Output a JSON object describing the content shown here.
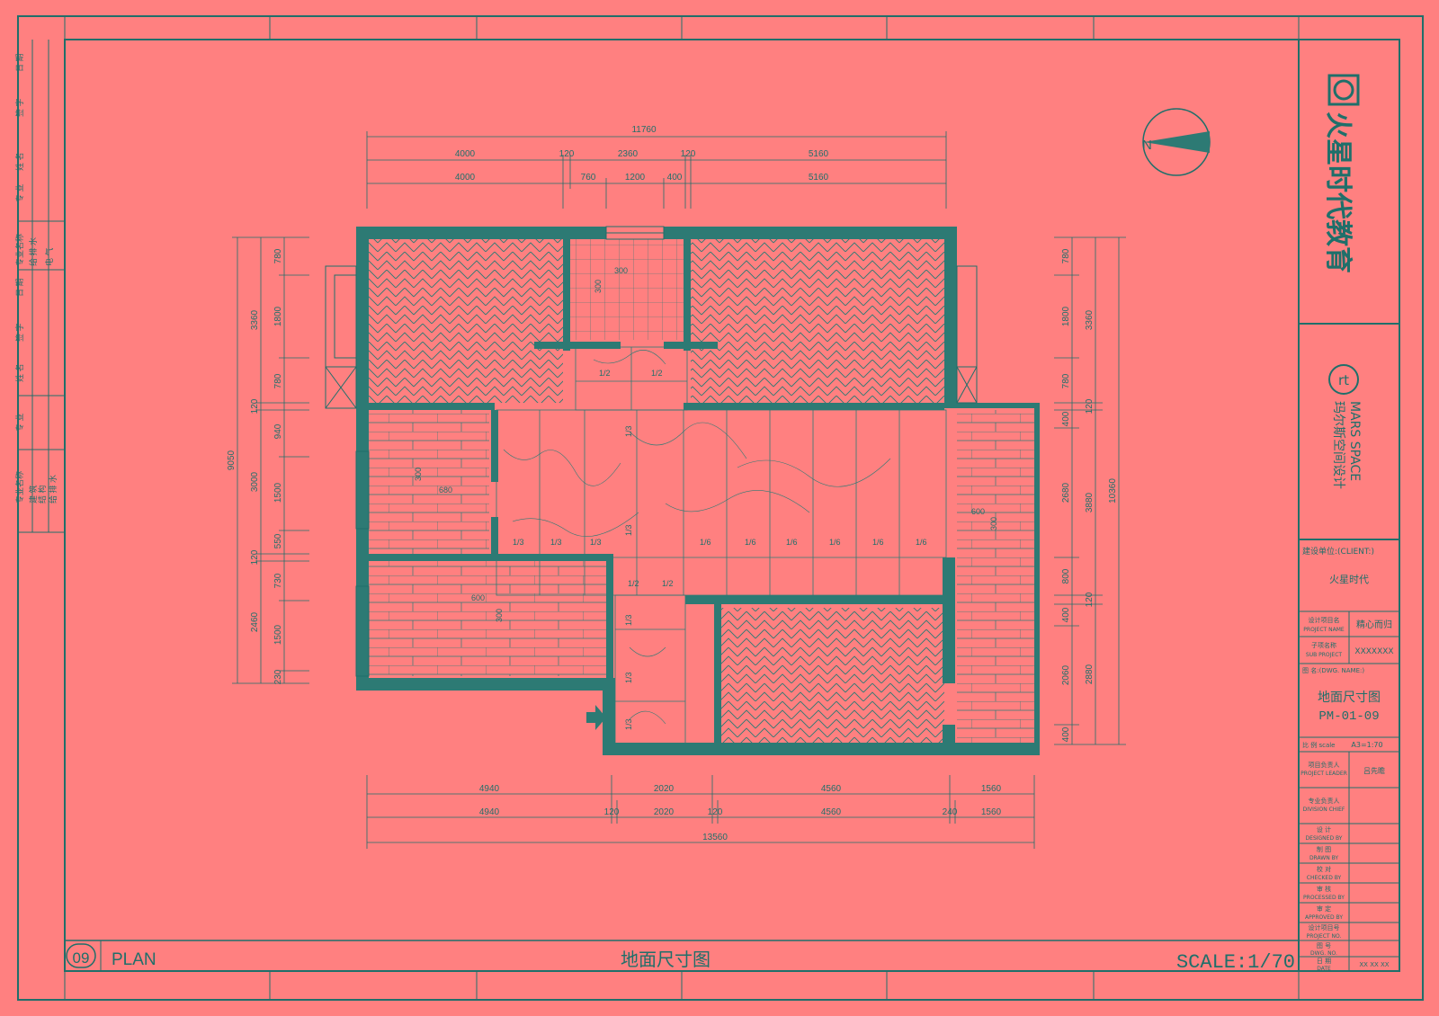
{
  "colors": {
    "background": "#ff8080",
    "line": "#1f6f6a",
    "wall": "#2d7a74"
  },
  "compass": {
    "north_label": "N"
  },
  "dimensions": {
    "top": {
      "total": "11760",
      "row1": [
        "4000",
        "120",
        "2360",
        "120",
        "5160"
      ],
      "row2": [
        "4000",
        "760",
        "1200",
        "400",
        "5160"
      ]
    },
    "bottom": {
      "row1": [
        "4940",
        "2020",
        "4560",
        "1560"
      ],
      "row2": [
        "4940",
        "120",
        "2020",
        "120",
        "4560",
        "240",
        "1560"
      ],
      "total": "13560"
    },
    "left": {
      "total": "9050",
      "group": [
        "3360",
        "120",
        "3000",
        "120",
        "2460"
      ],
      "detail": [
        "780",
        "1800",
        "780",
        "940",
        "1500",
        "550",
        "730",
        "1500",
        "230"
      ]
    },
    "right": {
      "total": "10360",
      "group": [
        "3360",
        "120",
        "3880",
        "120",
        "2880"
      ],
      "detail": [
        "780",
        "1800",
        "780",
        "400",
        "2680",
        "800",
        "400",
        "2060",
        "400"
      ]
    }
  },
  "floor_labels": {
    "tile_size_300": "300",
    "tile_size_600": "600",
    "tile_size_680": "680",
    "half": "1/2",
    "third": "1/3",
    "sixth": "1/6"
  },
  "bottom_bar": {
    "number": "09",
    "plan": "PLAN",
    "title": "地面尺寸图",
    "scale": "SCALE:1/70"
  },
  "title_block": {
    "brand": "火星时代教育",
    "brand_sub_en": "MARS SPACE",
    "brand_sub_cn": "玛尔斯空间设计",
    "client_label": "建设单位:(CLIENT:)",
    "client_value": "火星时代",
    "project_label_cn": "设计项目名",
    "project_label_en": "PROJECT NAME",
    "project_value": "精心而归",
    "sub_label_cn": "子项名称",
    "sub_label_en": "SUB PROJECT",
    "sub_value": "XXXXXXX",
    "dwg_name_label": "图 名:(DWG. NAME:)",
    "drawing_title": "地面尺寸图",
    "drawing_number": "PM-01-09",
    "scale_label": "比 例 scale",
    "scale_value": "A3=1:70",
    "leader_label_cn": "项目负责人",
    "leader_label_en": "PROJECT LEADER",
    "leader_value": "吕先瞻",
    "div_label_cn": "专业负责人",
    "div_label_en": "DIVISION CHIEF",
    "design_cn": "设 计",
    "design_en": "DESIGNED BY",
    "drawn_cn": "制 图",
    "drawn_en": "DRAWN BY",
    "checked_cn": "校 对",
    "checked_en": "CHECKED BY",
    "processed_cn": "审 核",
    "processed_en": "PROCESSED BY",
    "approved_cn": "审 定",
    "approved_en": "APPROVED BY",
    "projno_cn": "设计项目号",
    "projno_en": "PROJECT NO.",
    "dwgno_cn": "图 号",
    "dwgno_en": "DWG. NO.",
    "date_cn": "日 期",
    "date_en": "DATE",
    "date_value": "XX XX XX"
  },
  "left_strip": {
    "row1": [
      "日 期",
      "签 字",
      "姓 名",
      "专 业"
    ],
    "row2": [
      "专业名称",
      "给 排 水",
      "电 气"
    ],
    "row3": [
      "日 期",
      "签 字",
      "姓 名",
      "专 业"
    ],
    "row4": [
      "专业名称",
      "建 筑",
      "结 构",
      "给 排 水"
    ]
  }
}
